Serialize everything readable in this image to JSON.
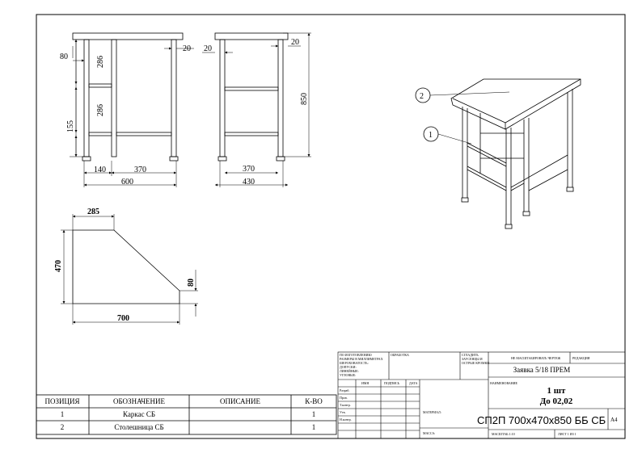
{
  "front_view": {
    "dims": {
      "overhang": "20",
      "side_gap": "80",
      "shelf_gap_upper": "286",
      "shelf_gap_lower": "286",
      "bottom_height": "155",
      "leg_offset": "140",
      "inner_width": "370",
      "total_width": "600"
    }
  },
  "side_view": {
    "dims": {
      "overhang_left": "20",
      "overhang_right": "20",
      "total_height": "850",
      "inner_width": "370",
      "total_width": "430"
    }
  },
  "top_view": {
    "dims": {
      "top_width": "285",
      "depth": "470",
      "corner_height": "80",
      "total_width": "700"
    }
  },
  "iso_view": {
    "callouts": [
      "1",
      "2"
    ]
  },
  "spec_table": {
    "headers": [
      "ПОЗИЦИЯ",
      "ОБОЗНАЧЕНИЕ",
      "ОПИСАНИЕ",
      "К-ВО"
    ],
    "rows": [
      {
        "pos": "1",
        "name": "Каркас СБ",
        "desc": "",
        "qty": "1"
      },
      {
        "pos": "2",
        "name": "Столешница СБ",
        "desc": "",
        "qty": "1"
      }
    ]
  },
  "title_block": {
    "notes_left": [
      "ПО ИЗГОТОВЛЕНИЮ",
      "РАЗМЕРЫ В МИЛЛИМЕТРАХ",
      "ШЕРОХОВАТОСТЬ:",
      "ДОПУСКИ:",
      "ЛИНЕЙНЫЕ:",
      "УГЛОВЫЕ:"
    ],
    "finish_label": "ОБРАБОТКА",
    "edges_label": [
      "СГЛАДИТЬ",
      "ЗАУСЕНЦЫ И",
      "ОСТРЫЕ КРОМКИ"
    ],
    "no_scale": "НЕ МАСШТАБИРОВАТЬ ЧЕРТЕЖ",
    "revision": "РЕДАКЦИЯ",
    "name_label": "НАИМЕНОВАНИЕ",
    "order": "Заявка 5/18 ПРЕМ",
    "quantity": "1 шт",
    "deadline": "До 02,02",
    "designation": "СП2П 700х470х850 ББ СБ",
    "col_headers": [
      "ИМЯ",
      "ПОДПИСЬ",
      "ДАТА"
    ],
    "row_labels": [
      "Разраб.",
      "Пров.",
      "Т.контр.",
      "Утв.",
      "Н.контр."
    ],
    "material": "МАТЕРИАЛ:",
    "mass": "МАССА:",
    "scale": "МАСШТАБ:1:10",
    "sheet": "ЛИСТ 1 ИЗ 1",
    "format": "A4"
  }
}
